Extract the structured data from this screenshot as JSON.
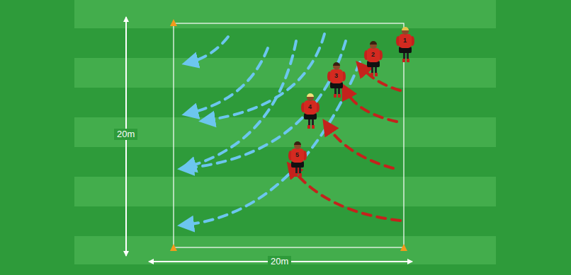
{
  "diagram": {
    "labels": [
      "20m",
      "20m",
      "1",
      "2",
      "3",
      "4",
      "5"
    ]
  }
}
